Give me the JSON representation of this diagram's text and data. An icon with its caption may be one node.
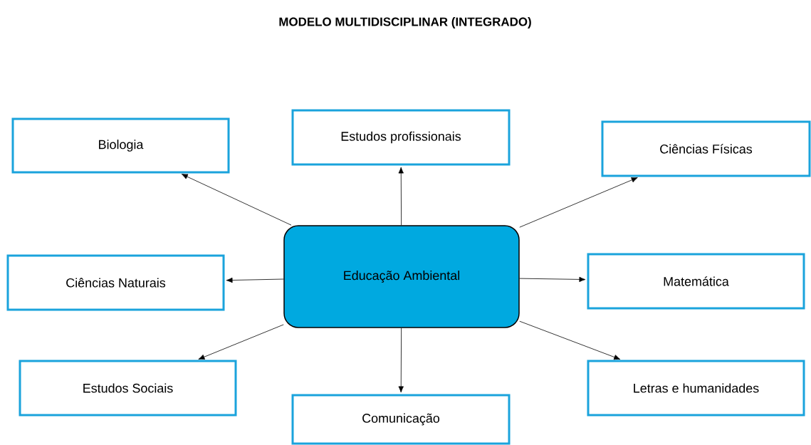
{
  "diagram": {
    "title": "MODELO MULTIDISCIPLINAR (INTEGRADO)",
    "nodes": [
      {
        "text": [
          "Educação Ambiental"
        ]
      },
      {
        "text": [
          "Biologia"
        ]
      },
      {
        "text": [
          "Estudos profissionais"
        ]
      },
      {
        "text": [
          "Ciências Físicas"
        ]
      },
      {
        "text": [
          "Ciências Naturais"
        ]
      },
      {
        "text": [
          "Matemática"
        ]
      },
      {
        "text": [
          "Estudos Sociais"
        ]
      },
      {
        "text": [
          "Comunicação"
        ]
      },
      {
        "text": [
          "Letras e humanidades"
        ]
      }
    ],
    "edges": [
      {
        "from": 0,
        "to": 1,
        "arrow": "to"
      },
      {
        "from": 0,
        "to": 2,
        "arrow": "to"
      },
      {
        "from": 0,
        "to": 3,
        "arrow": "to"
      },
      {
        "from": 0,
        "to": 4,
        "arrow": "to"
      },
      {
        "from": 0,
        "to": 5,
        "arrow": "to"
      },
      {
        "from": 0,
        "to": 6,
        "arrow": "to"
      },
      {
        "from": 0,
        "to": 7,
        "arrow": "to"
      },
      {
        "from": 0,
        "to": 8,
        "arrow": "to"
      }
    ]
  }
}
